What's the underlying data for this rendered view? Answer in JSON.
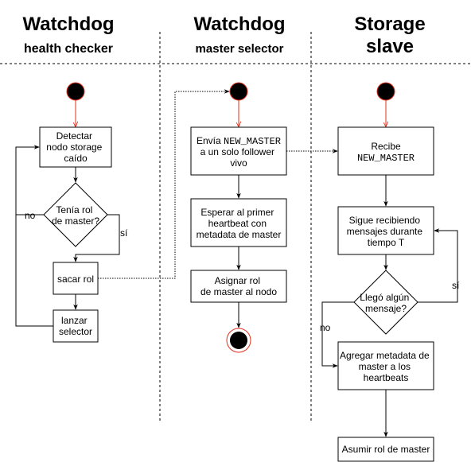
{
  "lanes": [
    {
      "title1": "Watchdog",
      "title2": "health checker"
    },
    {
      "title1": "Watchdog",
      "title2": "master selector"
    },
    {
      "title1": "Storage",
      "title2": "slave"
    }
  ],
  "lane1": {
    "detect": [
      "Detectar",
      "nodo storage",
      "caído"
    ],
    "decision": [
      "Tenía rol",
      "de master?"
    ],
    "yes": "sí",
    "no": "no",
    "remove": "sacar rol",
    "launch": [
      "lanzar",
      "selector"
    ]
  },
  "lane2": {
    "send": {
      "prefix": "Envía ",
      "code": "NEW_MASTER",
      "rest": [
        "a un solo follower",
        "vivo"
      ]
    },
    "wait": [
      "Esperar al primer",
      "heartbeat con",
      "metadata de master"
    ],
    "assign": [
      "Asignar rol",
      "de master al nodo"
    ]
  },
  "lane3": {
    "receive": {
      "line1": "Recibe",
      "code": "NEW_MASTER"
    },
    "keep": [
      "Sigue recibiendo",
      "mensajes durante",
      "tiempo T"
    ],
    "decision": [
      "Llegó algún",
      "mensaje?"
    ],
    "yes": "sí",
    "no": "no",
    "add": [
      "Agregar metadata de",
      "master a los",
      "heartbeats"
    ],
    "assume": "Asumir rol de master"
  }
}
